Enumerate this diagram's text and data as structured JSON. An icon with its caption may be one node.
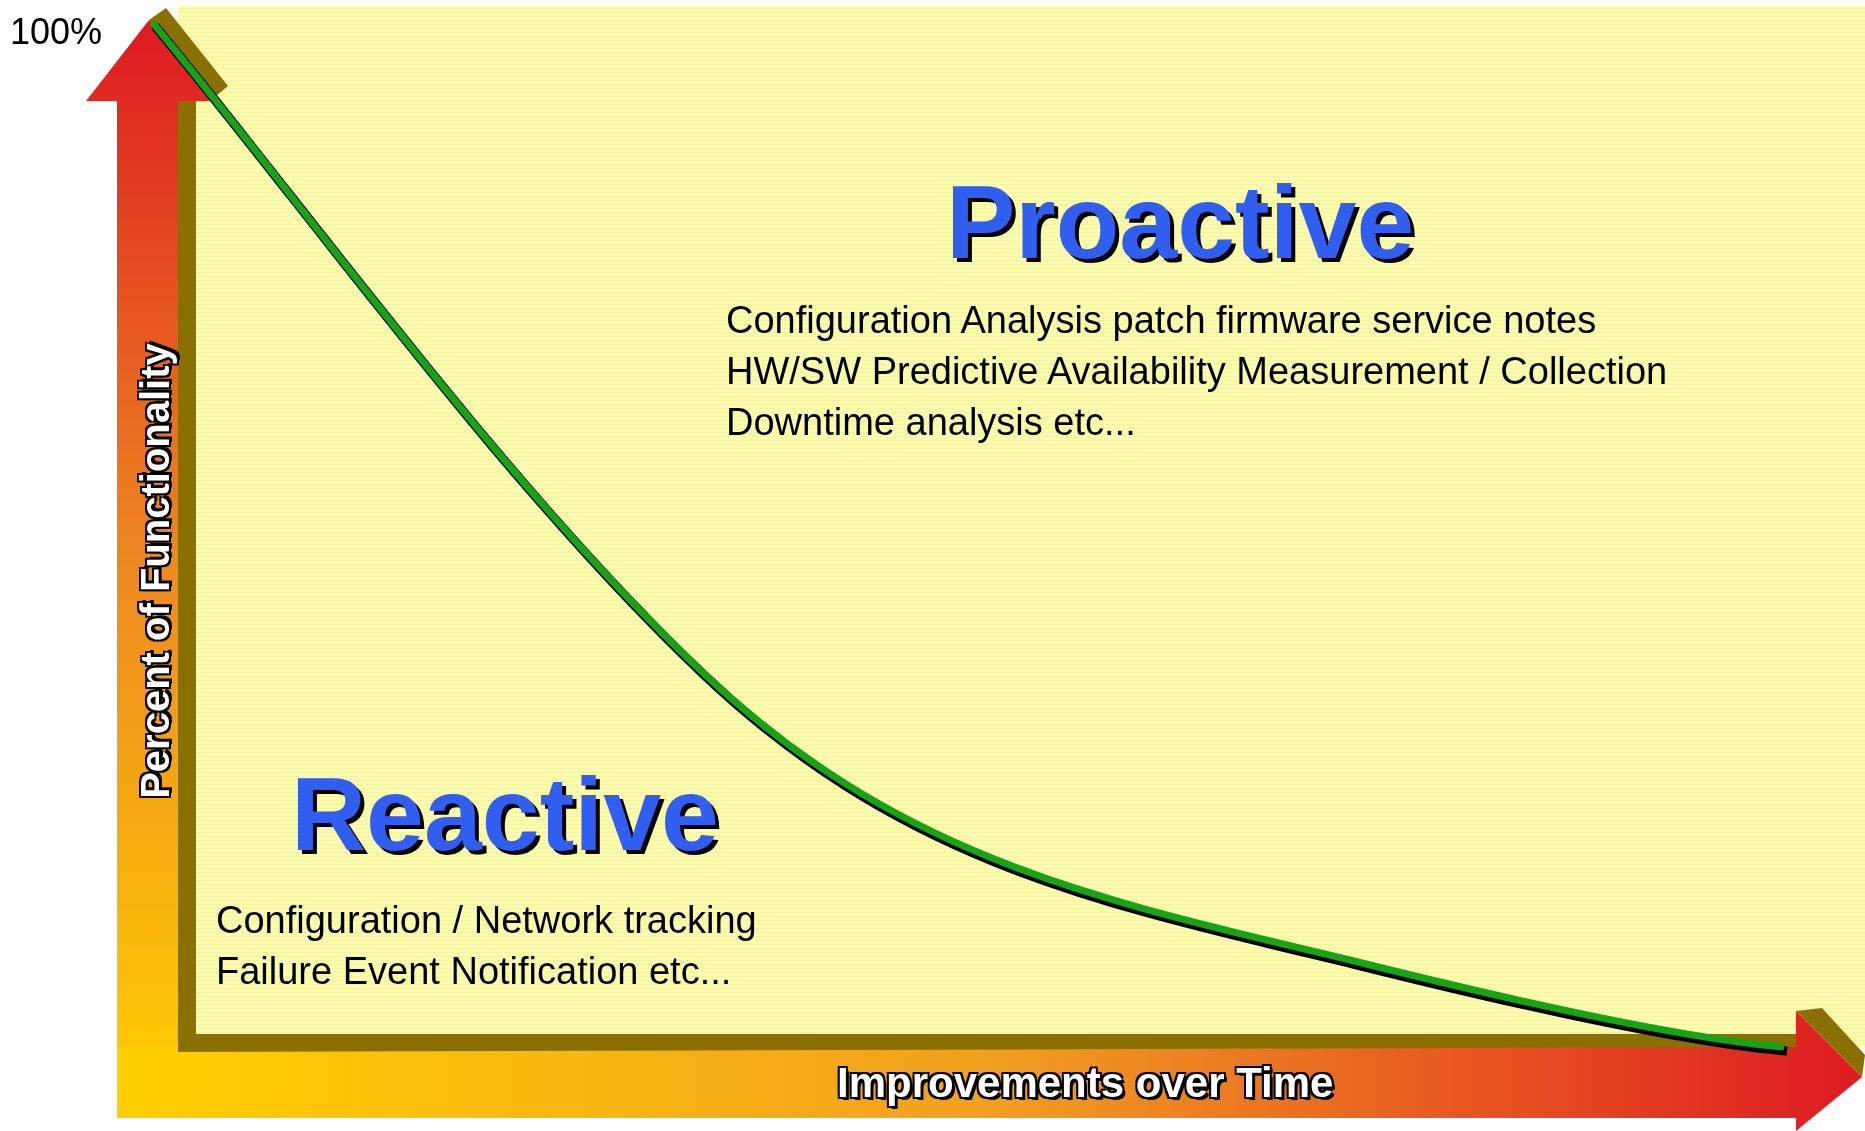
{
  "diagram": {
    "labels": [
      "100%",
      "Percent of Functionality",
      "Proactive",
      "Configuration Analysis patch firmware service notes",
      "HW/SW Predictive Availability Measurement / Collection",
      "Downtime analysis etc...",
      "Reactive",
      "Configuration / Network tracking",
      "Failure Event Notification etc...",
      "Improvements over Time"
    ]
  }
}
